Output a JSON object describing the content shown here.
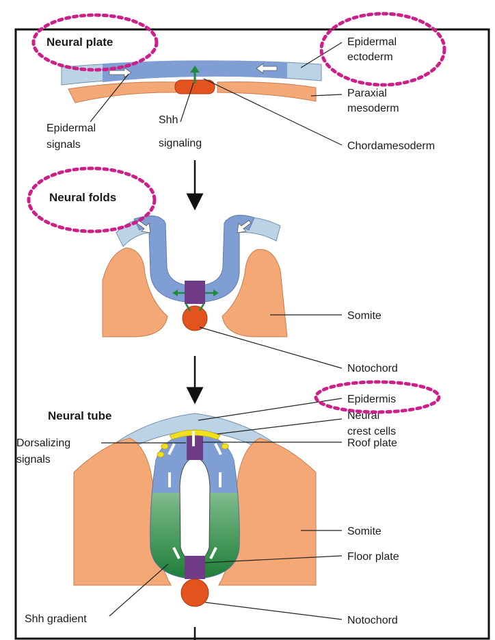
{
  "stages": {
    "plate": {
      "title": "Neural plate"
    },
    "folds": {
      "title": "Neural folds"
    },
    "tube": {
      "title": "Neural tube"
    }
  },
  "labels": {
    "epidermal_ectoderm": [
      "Epidermal",
      "ectoderm"
    ],
    "paraxial_mesoderm": [
      "Paraxial",
      "mesoderm"
    ],
    "chordamesoderm": "Chordamesoderm",
    "epidermal_signals": [
      "Epidermal",
      "signals"
    ],
    "shh_signaling": [
      "Shh",
      "signaling"
    ],
    "somite_1": "Somite",
    "notochord_1": "Notochord",
    "epidermis": "Epidermis",
    "neural_crest_cells": [
      "Neural",
      "crest cells"
    ],
    "roof_plate": "Roof plate",
    "dorsalizing_signals": [
      "Dorsalizing",
      "signals"
    ],
    "somite_2": "Somite",
    "floor_plate": "Floor plate",
    "shh_gradient": "Shh gradient",
    "notochord_2": "Notochord"
  },
  "colors": {
    "ectoderm": "#bcd3e6",
    "neural": "#7f9fd4",
    "mesoderm": "#f3a876",
    "notochord": "#e2531d",
    "midline": "#6f3a86",
    "floor_green": "#1f8a3c",
    "crest": "#f2e01e",
    "highlight": "#cc1f8a"
  }
}
